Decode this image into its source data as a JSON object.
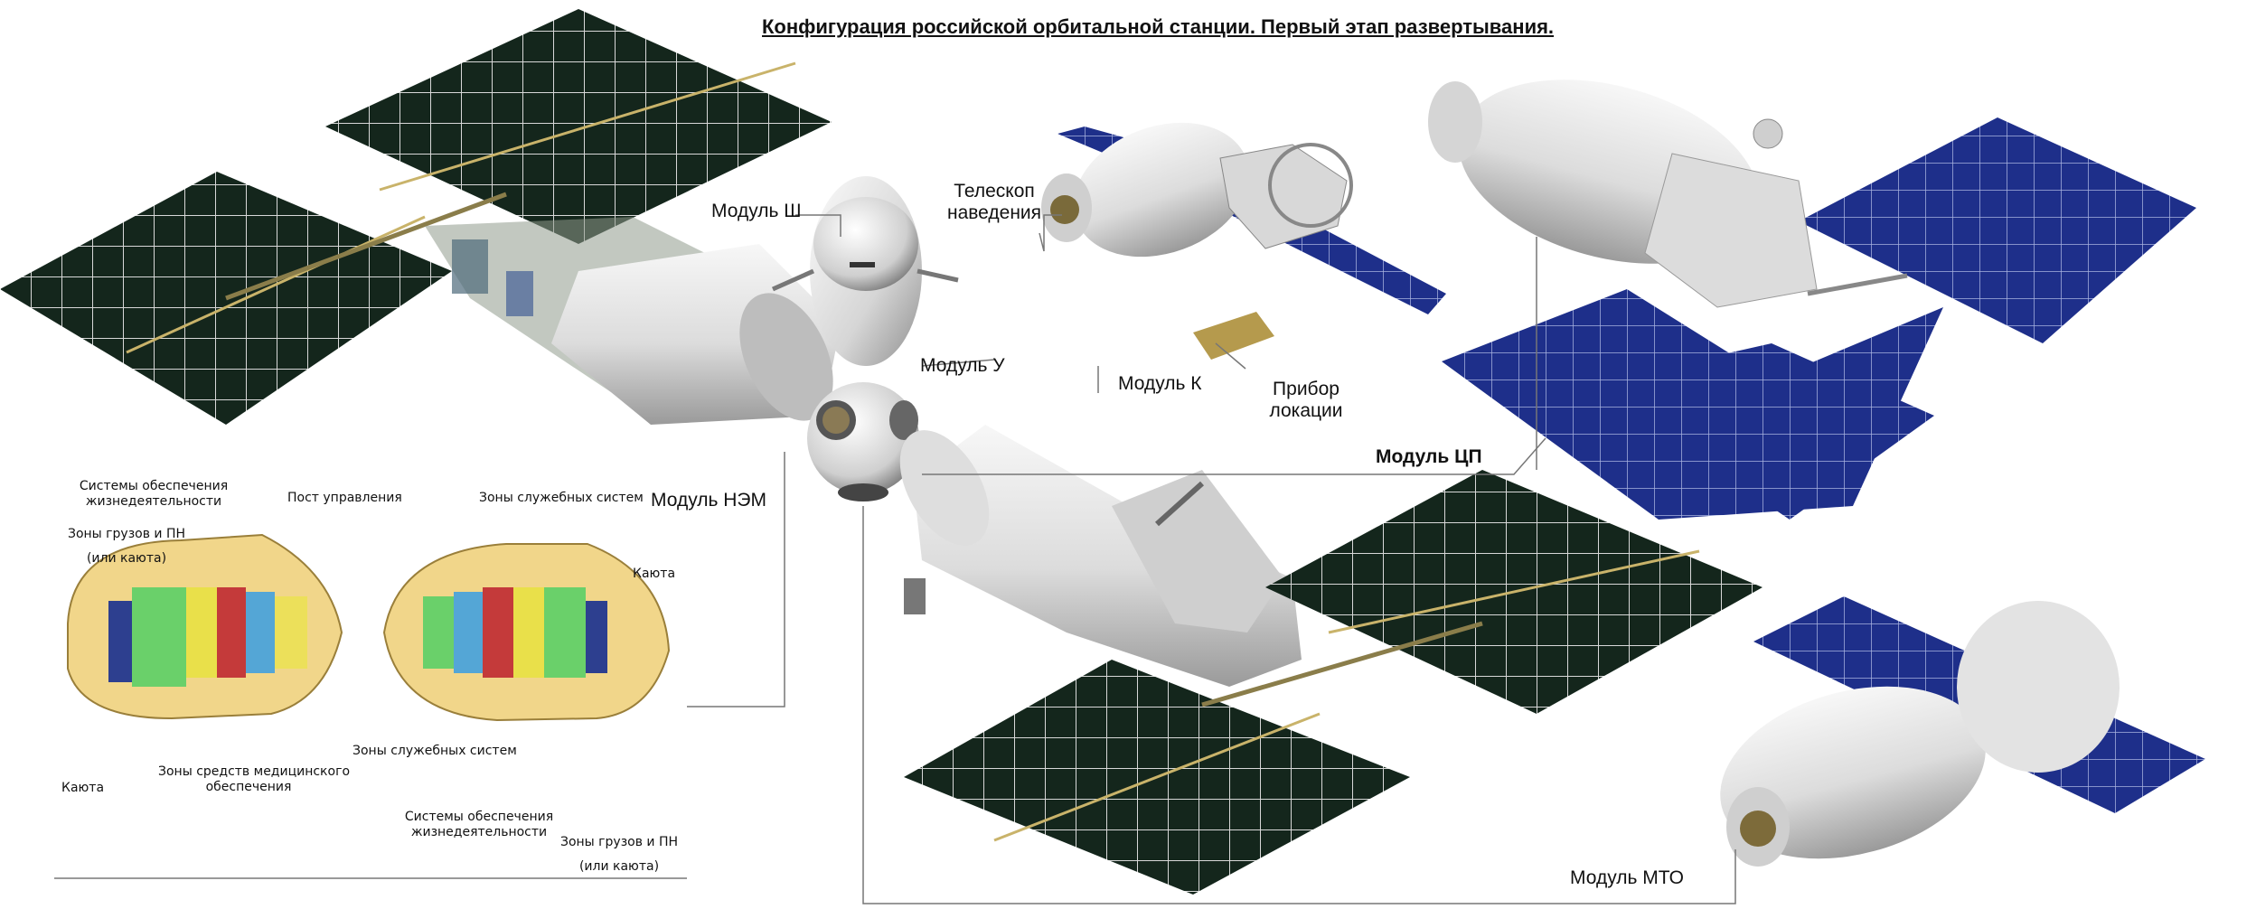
{
  "title": "Конфигурация российской орбитальной станции. Первый этап развертывания.",
  "labels": {
    "modul_sh": "Модуль Ш",
    "teleskop_1": "Телескоп",
    "teleskop_2": "наведения",
    "modul_u": "Модуль У",
    "modul_k": "Модуль К",
    "pribor_1": "Прибор",
    "pribor_2": "локации",
    "modul_nem": "Модуль НЭМ",
    "modul_cp": "Модуль ЦП",
    "modul_mto": "Модуль МТО"
  },
  "inset": {
    "life_support_top_1": "Системы обеспечения",
    "life_support_top_2": "жизнедеятельности",
    "cargo_left_1": "Зоны грузов и ПН",
    "cargo_left_2": "(или каюта)",
    "control_post": "Пост управления",
    "service_top": "Зоны служебных систем",
    "cabin_right": "Каюта",
    "cabin_left": "Каюта",
    "medical_1": "Зоны средств медицинского",
    "medical_2": "обеспечения",
    "service_bottom": "Зоны служебных систем",
    "life_support_bottom_1": "Системы обеспечения",
    "life_support_bottom_2": "жизнедеятельности",
    "cargo_right_1": "Зоны грузов и ПН",
    "cargo_right_2": "(или каюта)"
  },
  "colors": {
    "solar_panel_dark": "#14261c",
    "solar_panel_blue": "#1e2f8a",
    "module_hull": "#e8e9ea",
    "leader_line": "#777777"
  }
}
